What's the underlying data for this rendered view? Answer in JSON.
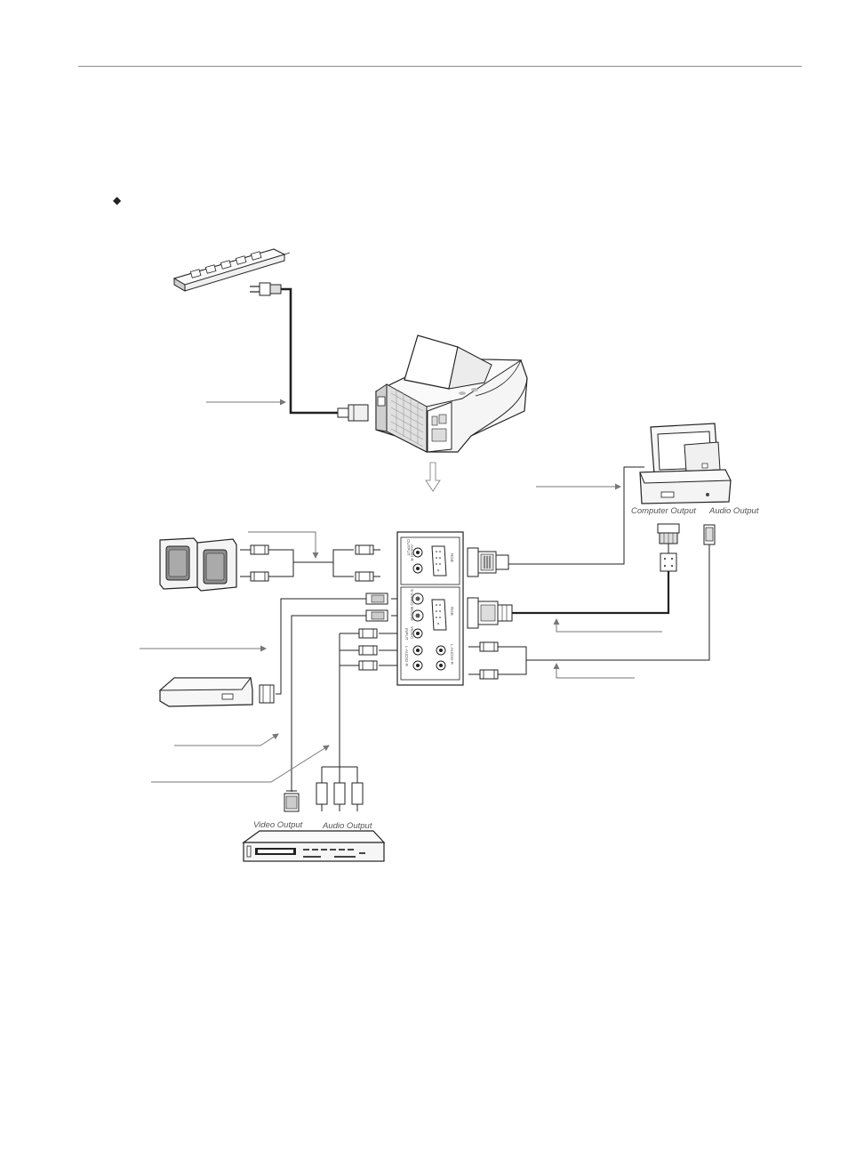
{
  "header": {
    "bullet_glyph": "◆"
  },
  "labels": {
    "computer_output": "Computer Output",
    "computer_audio_output": "Audio Output",
    "video_output": "Video Output",
    "vcr_audio_output": "Audio Output"
  },
  "panel": {
    "output_label": "OUTPUT",
    "audio_label": "AUDIO R",
    "rgb_out_label": "RGB",
    "input_label": "INPUT",
    "svideo_label": "S-VIDEO MOUSE",
    "rgb_in_label": "RGB",
    "video_label": "VIDEO",
    "audio_l_label": "L-AUDIO-R"
  },
  "colors": {
    "line": "#222222",
    "arrow": "#777777",
    "fill_light": "#f2f2f2",
    "fill_mid": "#d0d0d0"
  },
  "icons": [
    "power-strip-icon",
    "power-plug-icon",
    "projector-icon",
    "computer-icon",
    "speakers-icon",
    "video-player-icon",
    "vcr-icon",
    "vga-connector-icon",
    "rca-plug-icon",
    "svideo-plug-icon"
  ]
}
